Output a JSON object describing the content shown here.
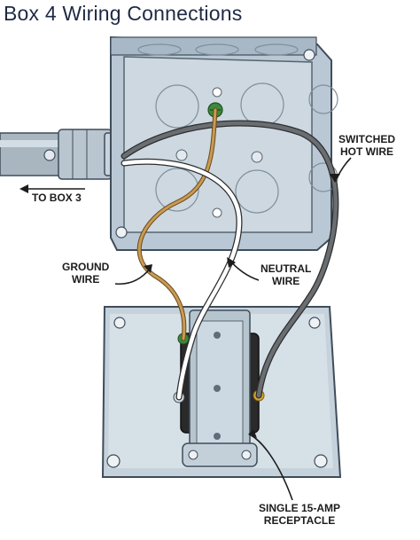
{
  "title": "Box 4 Wiring Connections",
  "labels": {
    "to_box": "TO BOX 3",
    "switched_hot": [
      "SWITCHED",
      "HOT WIRE"
    ],
    "ground": [
      "GROUND",
      "WIRE"
    ],
    "neutral": [
      "NEUTRAL",
      "WIRE"
    ],
    "receptacle": [
      "SINGLE 15-AMP",
      "RECEPTACLE"
    ]
  },
  "colors": {
    "box_metal": "#b9c8d4",
    "box_inner": "#cdd8e1",
    "outline": "#3f4d5a",
    "ground_wire": "#b8843c",
    "neutral_wire": "#ffffff",
    "hot_wire": "#55585b",
    "receptacle_body": "#2a2a2a",
    "screw_green": "#3b8a3c",
    "screw_brass": "#d4a82e",
    "title": "#1f2a44"
  }
}
